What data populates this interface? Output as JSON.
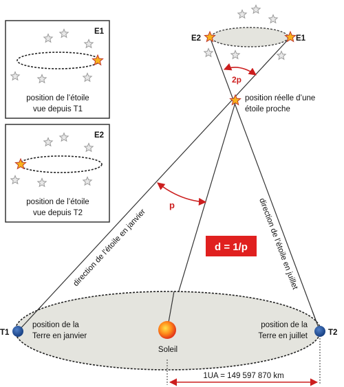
{
  "inset1": {
    "tag": "E1",
    "caption_line1": "position de l’étoile",
    "caption_line2": "vue depuis T1"
  },
  "inset2": {
    "tag": "E2",
    "caption_line1": "position de l’étoile",
    "caption_line2": "vue depuis T2"
  },
  "sky": {
    "left_label": "E2",
    "right_label": "E1",
    "angle_label": "2p"
  },
  "star": {
    "label_line1": "position réelle d’une",
    "label_line2": "étoile proche"
  },
  "parallax": {
    "angle_label": "p"
  },
  "formula": "d = 1/p",
  "lines": {
    "january_direction": "direction de l’étoile en janvier",
    "july_direction": "direction de l’étoile en juillet"
  },
  "orbit": {
    "t1_label": "T1",
    "t2_label": "T2",
    "january_line1": "position de la",
    "january_line2": "Terre en janvier",
    "july_line1": "position de la",
    "july_line2": "Terre en juillet",
    "sun_label": "Soleil"
  },
  "distance": "1UA = 149 597 870 km",
  "colors": {
    "red": "#cc1e1e",
    "formula_bg": "#e0201f",
    "orbit_fill": "#e4e4de",
    "earth": "#1f4f9a",
    "star_gold": "#f7b21c",
    "star_grey": "#e8e8e8"
  }
}
